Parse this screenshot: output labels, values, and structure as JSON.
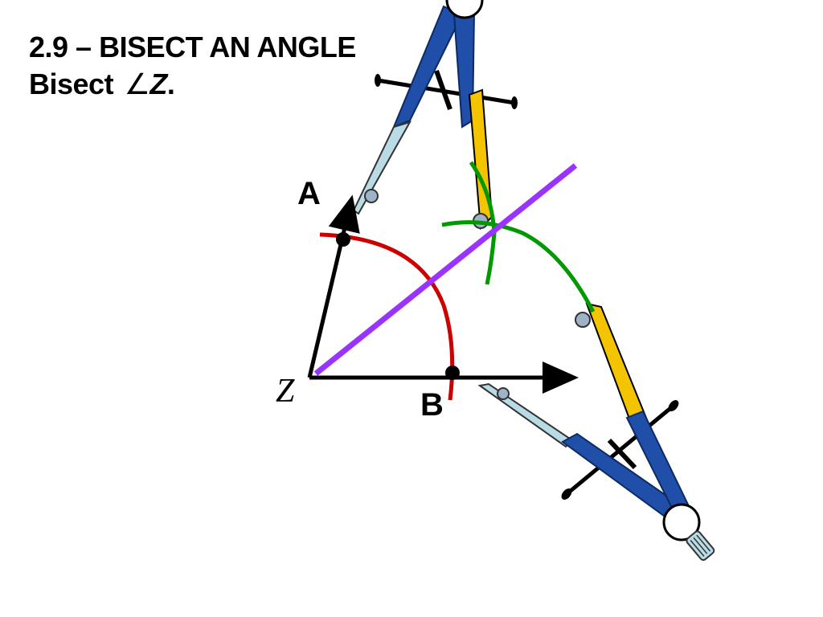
{
  "title": {
    "line1": "2.9 – BISECT AN ANGLE",
    "line2_prefix": "Bisect ",
    "angle_symbol": "∠",
    "angle_var": "Z",
    "line2_suffix": "."
  },
  "labels": {
    "point_a": "A",
    "point_b": "B",
    "vertex": "Z"
  },
  "colors": {
    "ray": "#000000",
    "arc_center_z": "#cc0000",
    "construction_arcs": "#009900",
    "bisector": "#9933ff",
    "compass_body": "#1f4fa8",
    "pencil": "#f5c400",
    "needle": "#b9dbe6"
  },
  "icons": [
    "compass-icon",
    "compass-icon"
  ]
}
